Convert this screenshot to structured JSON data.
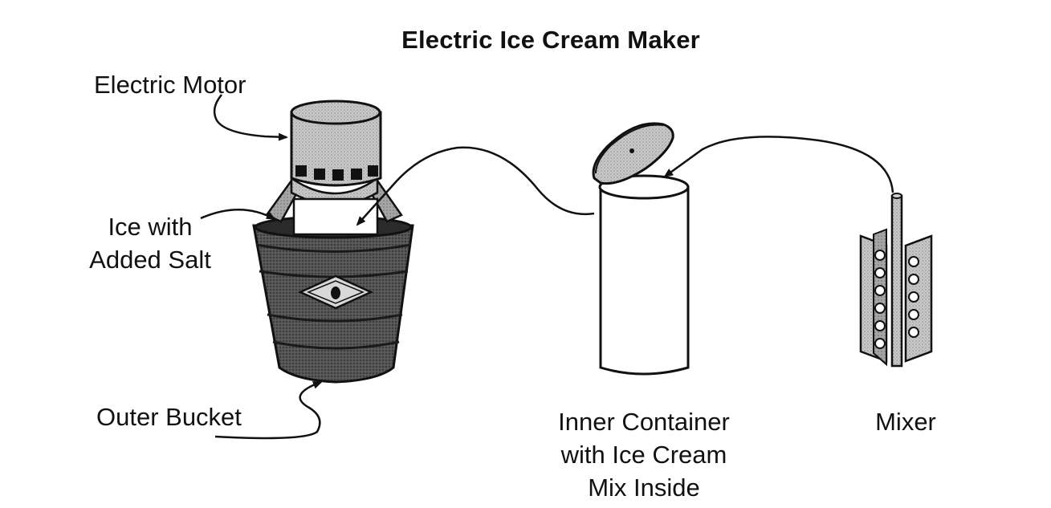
{
  "title": "Electric Ice Cream Maker",
  "labels": {
    "motor": "Electric Motor",
    "ice": [
      "Ice with",
      "Added Salt"
    ],
    "bucket": "Outer Bucket",
    "inner": [
      "Inner Container",
      "with Ice Cream",
      "Mix Inside"
    ],
    "mixer": "Mixer"
  },
  "colors": {
    "ink": "#111111",
    "bucket_fill": "#4a4a4a",
    "motor_fill": "#b8b8b8",
    "ice_fill": "#9a9a9a",
    "paper": "#ffffff"
  }
}
